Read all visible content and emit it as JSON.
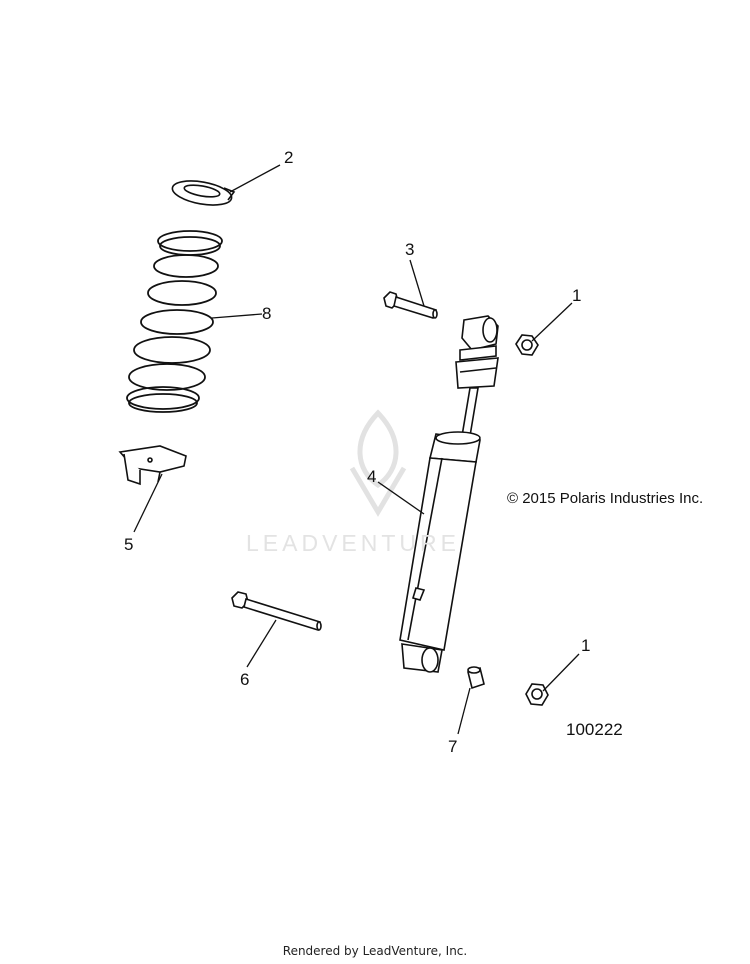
{
  "callouts": {
    "c1a": "1",
    "c1b": "1",
    "c2": "2",
    "c3": "3",
    "c4": "4",
    "c5": "5",
    "c6": "6",
    "c7": "7",
    "c8": "8"
  },
  "copyright": "© 2015 Polaris Industries Inc.",
  "drawing_number": "100222",
  "watermark": "LEADVENTURE",
  "footer": "Rendered by LeadVenture, Inc."
}
